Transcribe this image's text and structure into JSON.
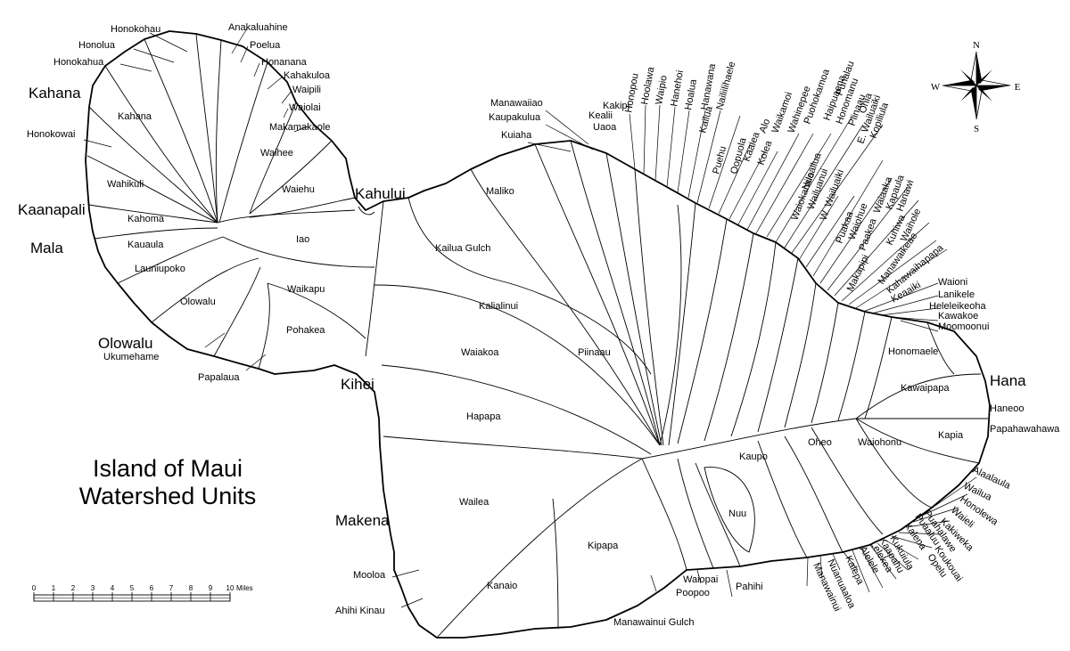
{
  "title": {
    "line1": "Island of Maui",
    "line2": "Watershed Units"
  },
  "scale": {
    "ticks": [
      "0",
      "1",
      "2",
      "3",
      "4",
      "5",
      "6",
      "7",
      "8",
      "9",
      "10"
    ],
    "unit": "Miles"
  },
  "compass": {
    "n": "N",
    "s": "S",
    "e": "E",
    "w": "W"
  },
  "towns": [
    "Kahana",
    "Kaanapali",
    "Mala",
    "Olowalu",
    "Kahului",
    "Kihei",
    "Makena",
    "Hana"
  ],
  "units": [
    "Honokohau",
    "Anakaluahine",
    "Honolua",
    "Poelua",
    "Honokahua",
    "Honanana",
    "Kahakuloa",
    "Waipili",
    "Waiolai",
    "Makamakaole",
    "Honokowai",
    "Kahana",
    "Waihee",
    "Wahikuli",
    "Waiehu",
    "Kahoma",
    "Iao",
    "Kauaula",
    "Launiupoko",
    "Waikapu",
    "Olowalu",
    "Pohakea",
    "Ukumehame",
    "Papalaua",
    "Manawaiiao",
    "Kaupakulua",
    "Kuiaha",
    "Kealii",
    "Kakipi",
    "Uaoa",
    "Maliko",
    "Kailua Gulch",
    "Kalialinui",
    "Waiakoa",
    "Piinaau",
    "Hapapa",
    "Wailea",
    "Kipapa",
    "Kanaio",
    "Mooloa",
    "Ahihi Kinau",
    "Manawainui Gulch",
    "Waiopai",
    "Poopoo",
    "Pahihi",
    "Nuu",
    "Kaupo",
    "Oheo",
    "Waiohonu",
    "Kapia",
    "Kawaipapa",
    "Honomaele",
    "Honopou",
    "Hoolawa",
    "Waipio",
    "Hanehoi",
    "Hoalua",
    "Hanawana",
    "Kailua",
    "Nailiilihaele",
    "Puehu",
    "Oopuola",
    "Kaaiea",
    "Kolea",
    "Waikamoi",
    "Alo",
    "Wahinepee",
    "Puohokamoa",
    "Haipuaena",
    "Punalau",
    "Honomanu",
    "Nuaailua",
    "Piinaau",
    "Ohia",
    "Waiokamilo",
    "Wailuanui",
    "W. Wailuaiki",
    "E. Wailuaiki",
    "Kopiliula",
    "Puakaa",
    "Waiohue",
    "Paakea",
    "Waiaaka",
    "Kapaula",
    "Hanawi",
    "Makapipi",
    "Kuhiwa",
    "Waihole",
    "Manawaikeae",
    "Kahawaihapapa",
    "Keaaiki",
    "Waioni",
    "Lanikele",
    "Heleleikeoha",
    "Kawakoe",
    "Moomoonui",
    "Haneoo",
    "Papahawahawa",
    "Alaalaula",
    "Wailua",
    "Honolewa",
    "Waieli",
    "Kakiweka",
    "Puahalawe",
    "Puaaluu",
    "Kalena",
    "Koukouai",
    "Opelu",
    "Kukuiula",
    "Kaapahu",
    "Lelekea",
    "Alelele",
    "Kalepa",
    "Nuanuaaloa",
    "Manawainui"
  ]
}
